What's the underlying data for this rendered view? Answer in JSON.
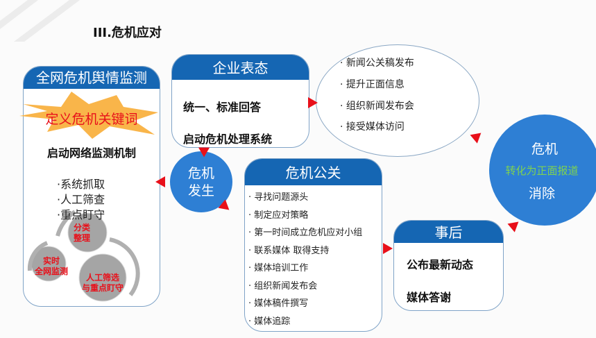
{
  "title": "III.危机应对",
  "monitor": {
    "header": "全网危机舆情监测",
    "keyword": "定义危机关键词",
    "mechanism": "启动网络监测机制",
    "bullets": [
      "·系统抓取",
      "·人工筛查",
      "·重点盯守"
    ],
    "gears": [
      "分类\n整理",
      "实时\n全网监测",
      "人工筛选\n与重点盯守"
    ]
  },
  "stance": {
    "header": "企业表态",
    "lines": [
      "统一、标准回答",
      "启动危机处理系统"
    ]
  },
  "media": {
    "items": [
      "· 新闻公关稿发布",
      "· 提升正面信息",
      "· 组织新闻发布会",
      "· 接受媒体访问"
    ]
  },
  "occur": {
    "lines": [
      "危机",
      "发生"
    ]
  },
  "pr": {
    "header": "危机公关",
    "items": [
      "· 寻找问题源头",
      "· 制定应对策略",
      "· 第一时间成立危机应对小组",
      "· 联系媒体 取得支持",
      "· 媒体培训工作",
      "· 组织新闻发布会",
      "· 媒体稿件撰写",
      "· 媒体追踪"
    ]
  },
  "after": {
    "header": "事后",
    "lines": [
      "公布最新动态",
      "媒体答谢"
    ]
  },
  "result": {
    "line1": "危机",
    "line2": "转化为正面报道",
    "line3": "消除"
  },
  "colors": {
    "blue": "#1566b3",
    "red": "#e8101a",
    "green": "#7fd34f",
    "orange": "#f9b54a"
  }
}
